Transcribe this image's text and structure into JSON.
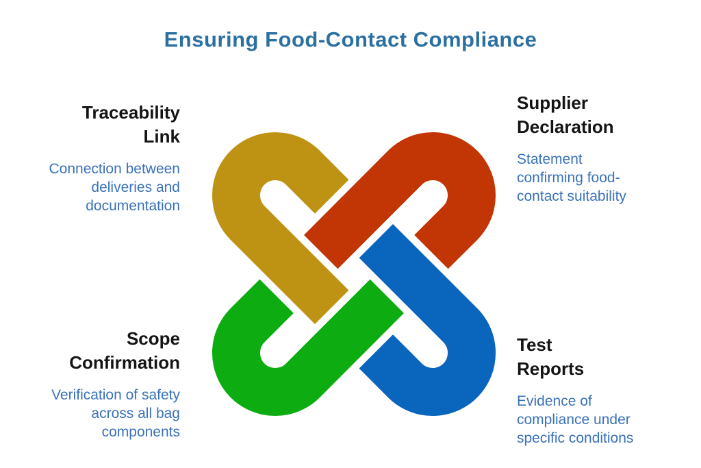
{
  "title": "Ensuring Food-Contact Compliance",
  "title_color": "#2C70A1",
  "cards": [
    {
      "id": "traceability-link",
      "title_lines": [
        "Traceability",
        "Link"
      ],
      "desc_lines": [
        "Connection between",
        "deliveries and",
        "documentation"
      ]
    },
    {
      "id": "supplier-declaration",
      "title_lines": [
        "Supplier",
        "Declaration"
      ],
      "desc_lines": [
        "Statement",
        "confirming food-",
        "contact suitability"
      ]
    },
    {
      "id": "scope-confirmation",
      "title_lines": [
        "Scope",
        "Confirmation"
      ],
      "desc_lines": [
        "Verification of safety",
        "across all bag",
        "components"
      ]
    },
    {
      "id": "test-reports",
      "title_lines": [
        "Test",
        "Reports"
      ],
      "desc_lines": [
        "Evidence of",
        "compliance under",
        "specific conditions"
      ]
    }
  ],
  "text_colors": {
    "heading": "#141414",
    "description": "#3A72B9"
  },
  "knot": {
    "colors": {
      "gold": "#BE9212",
      "red": "#C23605",
      "blue": "#0A65BD",
      "green": "#0DAD11"
    }
  }
}
